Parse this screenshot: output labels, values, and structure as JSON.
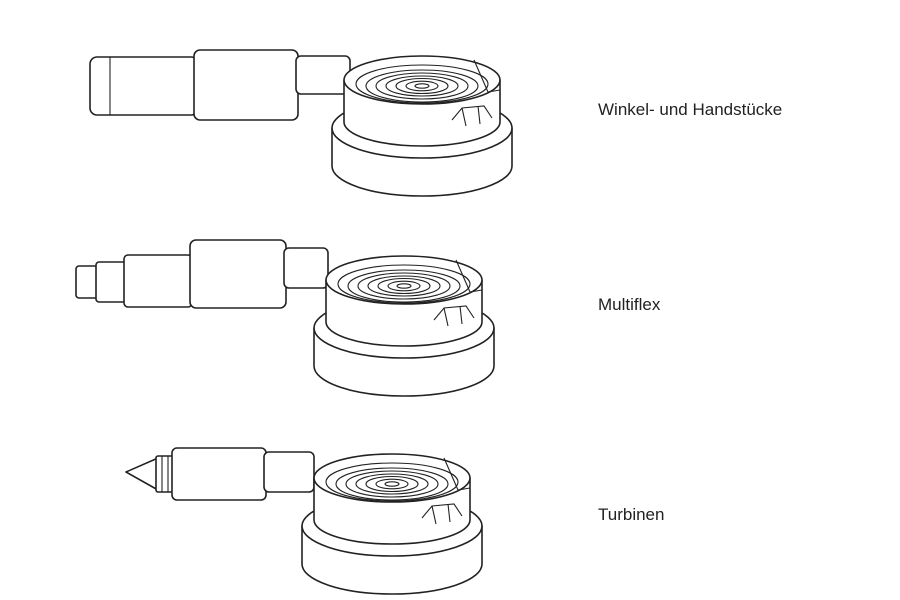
{
  "labels": {
    "handpiece": "Winkel- und Handstücke",
    "multiflex": "Multiflex",
    "turbine": "Turbinen"
  },
  "colors": {
    "line": "#222222",
    "background": "#ffffff"
  }
}
